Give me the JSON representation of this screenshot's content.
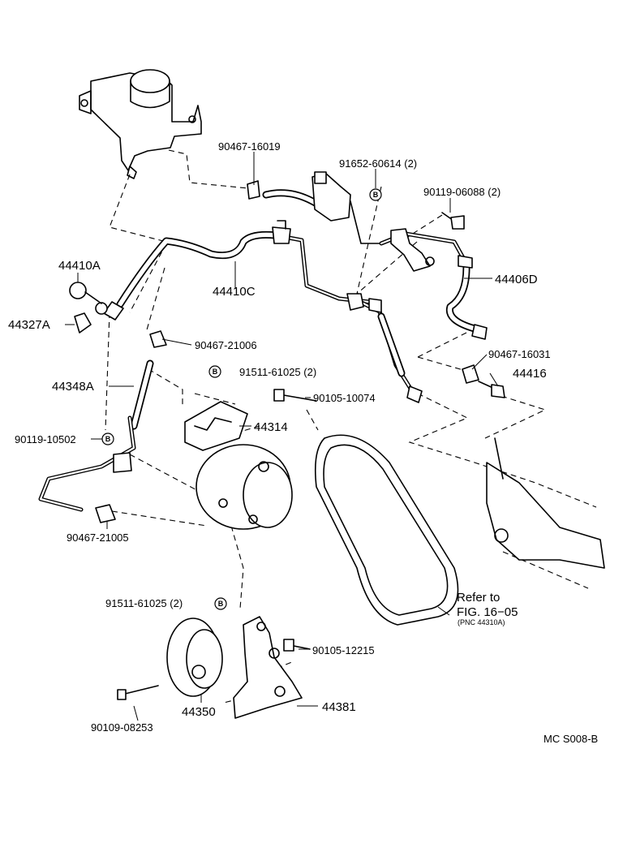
{
  "labels": {
    "p90467_16019": "90467-16019",
    "p91652_60614": "91652-60614 (2)",
    "p90119_06088": "90119-06088 (2)",
    "p44410A": "44410A",
    "p44410C": "44410C",
    "p44406D": "44406D",
    "p44327A": "44327A",
    "p90467_21006": "90467-21006",
    "p90467_16031": "90467-16031",
    "p44416": "44416",
    "p91511_61025_a": "91511-61025 (2)",
    "p44348A": "44348A",
    "p90105_10074": "90105-10074",
    "p44314": "44314",
    "p90119_10502": "90119-10502",
    "p90467_21005": "90467-21005",
    "refer_line1": "Refer to",
    "refer_line2": "FIG. 16−05",
    "refer_line3": "(PNC 44310A)",
    "p91511_61025_b": "91511-61025 (2)",
    "p90105_12215": "90105-12215",
    "p44350": "44350",
    "p44381": "44381",
    "p90109_08253": "90109-08253",
    "code": "MC S008-B"
  },
  "badge_letter": "B"
}
